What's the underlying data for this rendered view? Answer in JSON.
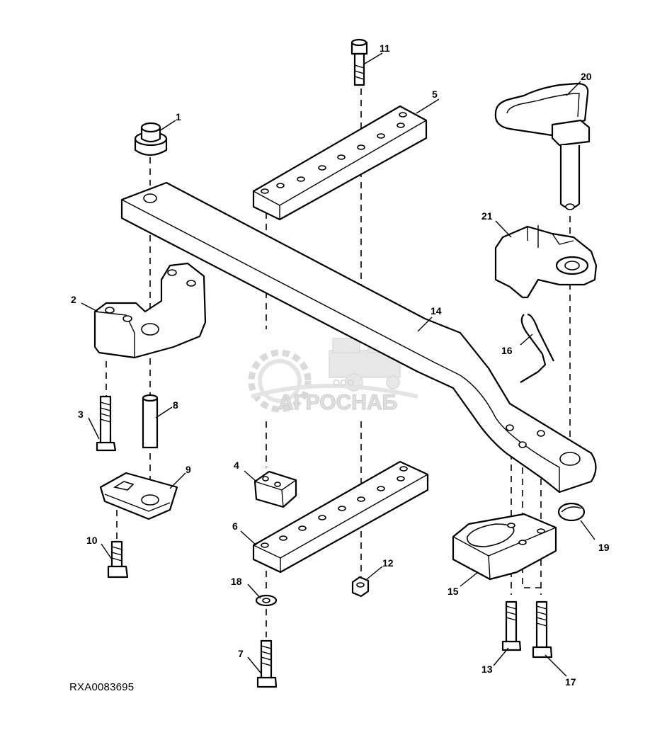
{
  "figure": {
    "reference_code": "RXA0083695",
    "watermark": {
      "company": "АГРОСНАБ",
      "prefix": "ООО",
      "kind": "logo-watermark"
    }
  },
  "callouts": [
    "1",
    "2",
    "3",
    "4",
    "5",
    "6",
    "7",
    "8",
    "9",
    "10",
    "11",
    "12",
    "13",
    "14",
    "15",
    "16",
    "17",
    "18",
    "19",
    "20",
    "21"
  ]
}
